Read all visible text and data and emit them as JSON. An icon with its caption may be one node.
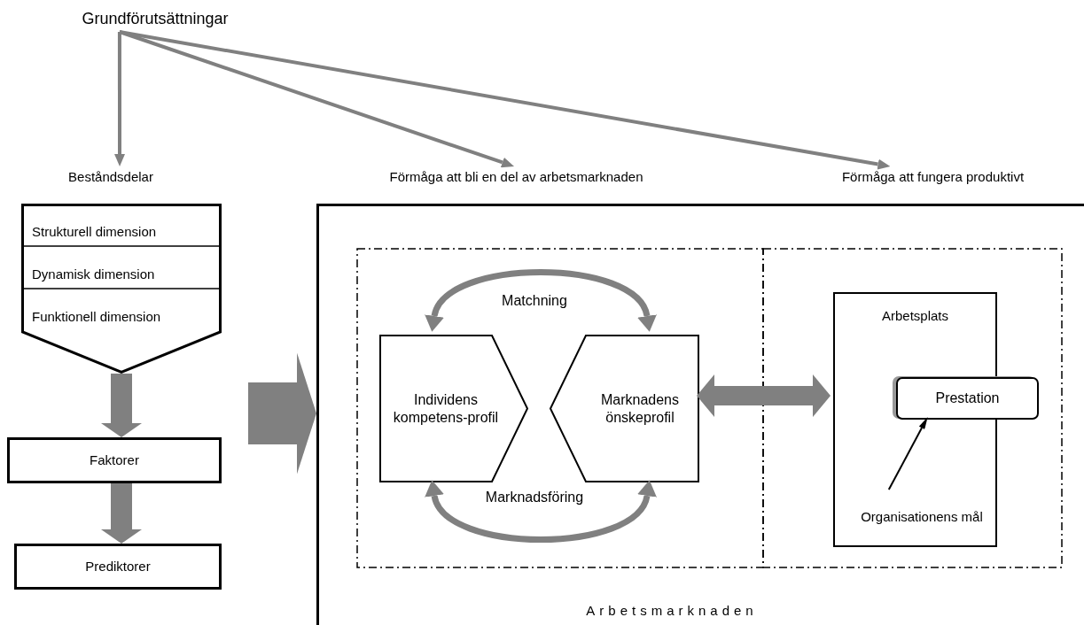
{
  "diagram": {
    "nodes": [
      {
        "text": [
          "Grundförutsättningar"
        ]
      },
      {
        "text": [
          "Beståndsdelar"
        ]
      },
      {
        "text": [
          "Förmåga att bli en del av arbetsmarknaden"
        ]
      },
      {
        "text": [
          "Förmåga att fungera produktivt"
        ]
      },
      {
        "text": [
          "Strukturell dimension",
          "Dynamisk dimension",
          "Funktionell dimension"
        ]
      },
      {
        "text": [
          "Faktorer"
        ]
      },
      {
        "text": [
          "Prediktorer"
        ]
      },
      {
        "text": [
          "Arbetsmarknaden"
        ]
      },
      {
        "text": [],
        "shape": "box",
        "in": 7
      },
      {
        "text": [],
        "shape": "box",
        "in": 7
      },
      {
        "text": [
          "Individens kompetens-profil"
        ],
        "in": 8
      },
      {
        "text": [
          "Marknadens önskeprofil"
        ],
        "in": 8
      },
      {
        "text": [
          "Arbetsplats"
        ],
        "in": 9
      },
      {
        "text": [
          "Prestation"
        ],
        "in": 9
      },
      {
        "text": [
          "Organisationens mål"
        ],
        "in": 12
      }
    ],
    "edges": [
      {
        "from": 0,
        "to": 1,
        "arrow": "to"
      },
      {
        "from": 0,
        "to": 2,
        "arrow": "to"
      },
      {
        "from": 0,
        "to": 3,
        "arrow": "to"
      },
      {
        "from": 4,
        "to": 5,
        "arrow": "to",
        "style": "thick"
      },
      {
        "from": 5,
        "to": 6,
        "arrow": "to",
        "style": "thick"
      },
      {
        "from": null,
        "to": 7,
        "arrow": "to",
        "style": "thick"
      },
      {
        "from": 10,
        "to": 11,
        "arrow": "both",
        "label": "Matchning"
      },
      {
        "from": 10,
        "to": 11,
        "arrow": "both",
        "label": "Marknadsföring"
      },
      {
        "from": 11,
        "to": 12,
        "arrow": "both",
        "style": "thick"
      },
      {
        "from": 14,
        "to": 13,
        "arrow": "to",
        "color": "#000000"
      }
    ]
  }
}
